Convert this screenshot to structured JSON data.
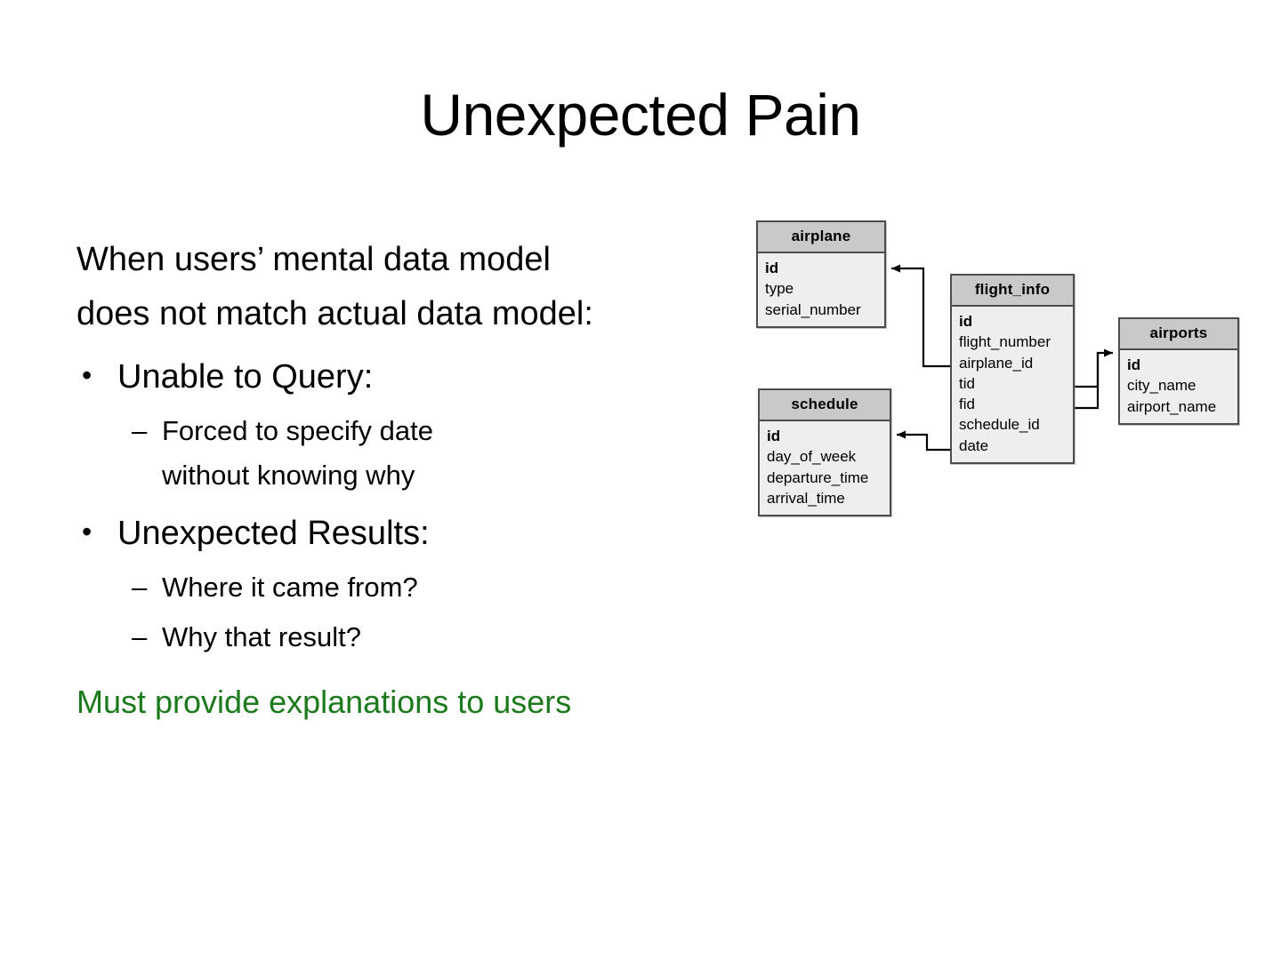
{
  "slide": {
    "title": "Unexpected Pain",
    "body": {
      "intro": "When users’ mental data model does not match actual data model:",
      "bullets": [
        {
          "marker": "•",
          "text": "Unable to Query:",
          "subs": [
            {
              "marker": "–",
              "line1": "Forced to specify date",
              "line2": "without knowing why"
            }
          ]
        },
        {
          "marker": "•",
          "text": "Unexpected Results:",
          "subs": [
            {
              "marker": "–",
              "line1": "Where it came from?",
              "line2": ""
            },
            {
              "marker": "–",
              "line1": "Why that result?",
              "line2": ""
            }
          ]
        }
      ],
      "conclusion": "Must provide explanations to users",
      "conclusion_color": "#1b7a1b"
    }
  },
  "diagram": {
    "type": "entity-relationship-diagram",
    "header_color": "#c9c9c9",
    "body_color": "#eeeeee",
    "border_color": "#4d4d4d",
    "tables": [
      {
        "name": "airplane",
        "fields": [
          {
            "name": "id",
            "key": true
          },
          {
            "name": "type",
            "key": false
          },
          {
            "name": "serial_number",
            "key": false
          }
        ]
      },
      {
        "name": "flight_info",
        "fields": [
          {
            "name": "id",
            "key": true
          },
          {
            "name": "flight_number",
            "key": false
          },
          {
            "name": "airplane_id",
            "key": false
          },
          {
            "name": "tid",
            "key": false
          },
          {
            "name": "fid",
            "key": false
          },
          {
            "name": "schedule_id",
            "key": false
          },
          {
            "name": "date",
            "key": false
          }
        ]
      },
      {
        "name": "airports",
        "fields": [
          {
            "name": "id",
            "key": true
          },
          {
            "name": "city_name",
            "key": false
          },
          {
            "name": "airport_name",
            "key": false
          }
        ]
      },
      {
        "name": "schedule",
        "fields": [
          {
            "name": "id",
            "key": true
          },
          {
            "name": "day_of_week",
            "key": false
          },
          {
            "name": "departure_time",
            "key": false
          },
          {
            "name": "arrival_time",
            "key": false
          }
        ]
      }
    ],
    "relationships": [
      {
        "from_table": "flight_info",
        "from_field": "airplane_id",
        "to_table": "airplane",
        "to_field": "id"
      },
      {
        "from_table": "flight_info",
        "from_field": "tid",
        "to_table": "airports",
        "to_field": "id"
      },
      {
        "from_table": "flight_info",
        "from_field": "fid",
        "to_table": "airports",
        "to_field": "id"
      },
      {
        "from_table": "flight_info",
        "from_field": "schedule_id",
        "to_table": "schedule",
        "to_field": "id"
      }
    ]
  }
}
